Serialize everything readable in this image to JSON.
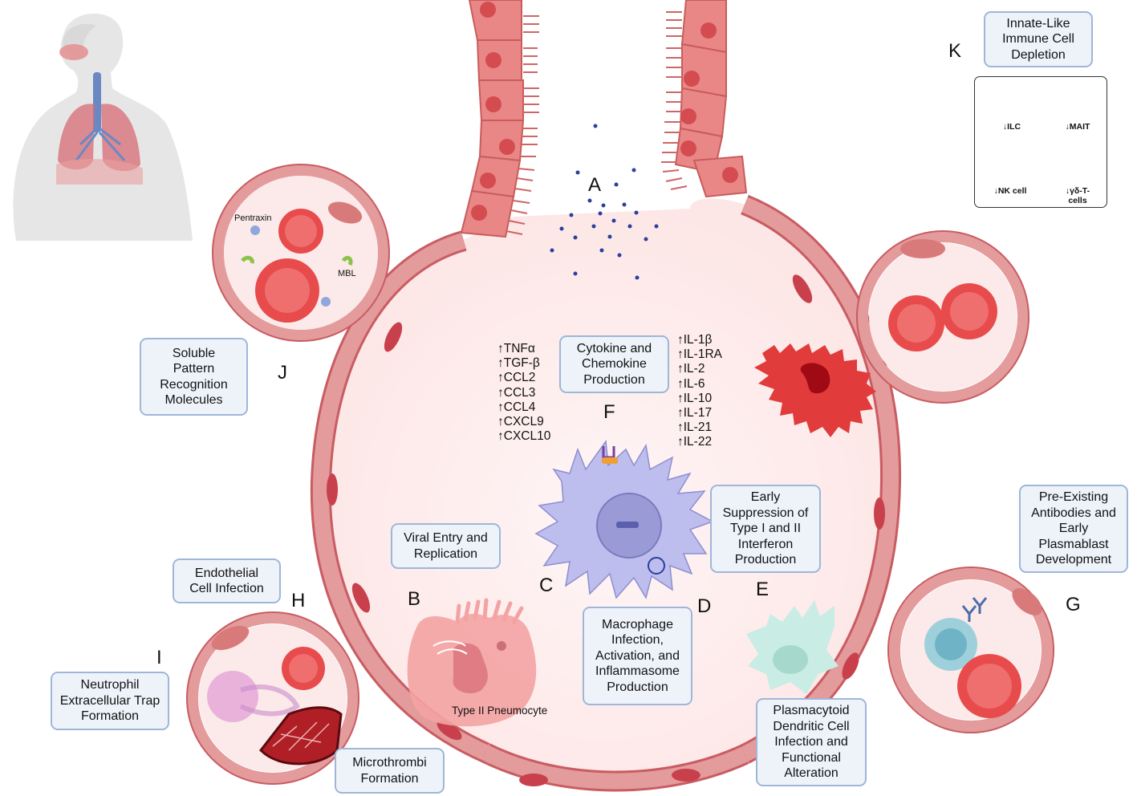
{
  "letters": {
    "A": "A",
    "B": "B",
    "C": "C",
    "D": "D",
    "E": "E",
    "F": "F",
    "G": "G",
    "H": "H",
    "I": "I",
    "J": "J",
    "K": "K"
  },
  "boxes": {
    "innate_like": "Innate-Like\nImmune Cell\nDepletion",
    "soluble_prm": "Soluble\nPattern\nRecognition\nMolecules",
    "cytokine": "Cytokine and\nChemokine\nProduction",
    "early_suppression": "Early\nSuppression of\nType I and II\nInterferon\nProduction",
    "pre_existing": "Pre-Existing\nAntibodies and\nEarly\nPlasmablast\nDevelopment",
    "viral_entry": "Viral Entry and\nReplication",
    "endothelial": "Endothelial\nCell Infection",
    "macrophage": "Macrophage\nInfection,\nActivation, and\nInflammasome\nProduction",
    "net": "Neutrophil\nExtracellular Trap\nFormation",
    "microthrombi": "Microthrombi\nFormation",
    "pdc": "Plasmacytoid\nDendritic Cell\nInfection and\nFunctional\nAlteration"
  },
  "labels": {
    "pentraxin": "Pentraxin",
    "mbl": "MBL",
    "type2": "Type II Pneumocyte"
  },
  "cytokines_left": [
    "↑TNFα",
    "↑TGF-β",
    "↑CCL2",
    "↑CCL3",
    "↑CCL4",
    "↑CXCL9",
    "↑CXCL10"
  ],
  "cytokines_right": [
    "↑IL-1β",
    "↑IL-1RA",
    "↑IL-2",
    "↑IL-6",
    "↑IL-10",
    "↑IL-17",
    "↑IL-21",
    "↑IL-22"
  ],
  "legend": {
    "ilc": "↓ILC",
    "mait": "↓MAIT",
    "nk": "↓NK cell",
    "gd": "↓γδ-T-\ncells"
  },
  "colors": {
    "box_fill": "#eef3fa",
    "box_border": "#9fb6d9",
    "epithelium": "#e98787",
    "vessel": "#f1b3b0",
    "rbc": "#e84b4b",
    "macrophage": "#b9b9ea",
    "pdc": "#c9ece4",
    "virus": "#2c3f9c"
  }
}
